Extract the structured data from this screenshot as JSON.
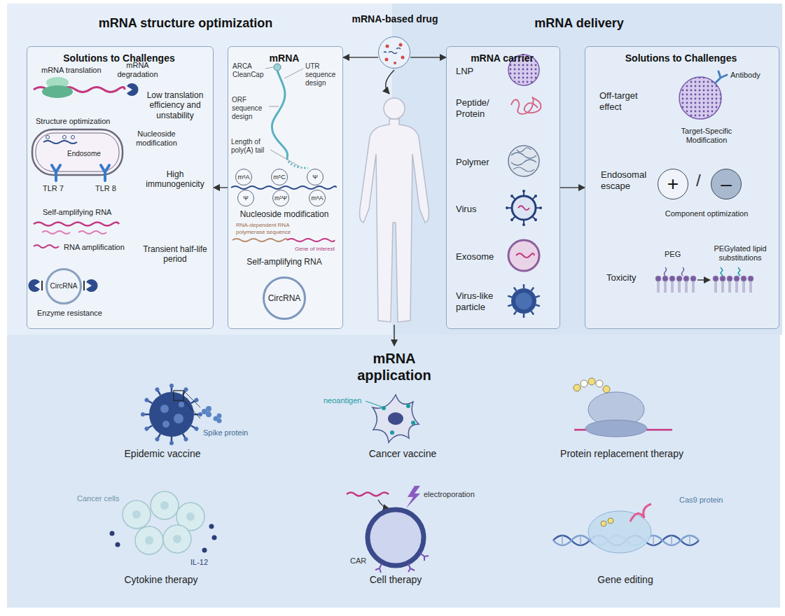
{
  "diagram": {
    "nodes": [
      {
        "text": [
          "mRNA structure optimization"
        ]
      },
      {
        "text": [
          "Solutions to Challenges",
          "mRNA translation",
          "mRNA degradation",
          "Low translation efficiency and unstability",
          "Structure optimization",
          "Nucleoside modification",
          "Endosome",
          "TLR 7",
          "TLR 8",
          "High immunogenicity",
          "Self-amplifying RNA",
          "RNA amplification",
          "Transient half-life period",
          "Enzyme resistance"
        ],
        "in": 0
      },
      {
        "text": [
          "CircRNA"
        ],
        "in": 1
      },
      {
        "text": [
          "mRNA",
          "ARCA CleanCap",
          "UTR sequence design",
          "ORF sequence design",
          "Length of poly(A) tail",
          "Nucleoside modification",
          "RNA-dependent RNA polymerase sequence",
          "Gene of interest",
          "Self-amplifying RNA"
        ],
        "in": 0
      },
      {
        "text": [
          "m⁶A"
        ],
        "in": 3
      },
      {
        "text": [
          "m⁵C"
        ],
        "in": 3
      },
      {
        "text": [
          "Ψ"
        ],
        "in": 3
      },
      {
        "text": [
          "Ψ"
        ],
        "in": 3
      },
      {
        "text": [
          "m¹Ψ"
        ],
        "in": 3
      },
      {
        "text": [
          "m⁶A"
        ],
        "in": 3
      },
      {
        "text": [
          "CircRNA"
        ],
        "in": 3
      },
      {
        "text": [
          "mRNA-based drug"
        ]
      },
      {
        "text": [
          "mRNA delivery"
        ]
      },
      {
        "text": [
          "mRNA carrier",
          "LNP",
          "Peptide/ Protein",
          "Polymer",
          "Virus",
          "Exosome",
          "Virus-like particle"
        ],
        "in": 12
      },
      {
        "text": [
          "Solutions to Challenges",
          "Off-target effect",
          "Antibody",
          "Target-Specific Modification",
          "Endosomal escape",
          "/",
          "Component optimization",
          "Toxicity",
          "PEG",
          "PEGylated lipid substitutions"
        ],
        "in": 12
      },
      {
        "text": [
          "+"
        ],
        "in": 14
      },
      {
        "text": [
          "–"
        ],
        "in": 14
      },
      {
        "text": [
          "mRNA application",
          "Spike protein",
          "Epidemic vaccine",
          "neoantigen",
          "Cancer vaccine",
          "Protein replacement therapy",
          "Cancer cells",
          "IL-12",
          "Cytokine therapy",
          "electroporation",
          "CAR",
          "Cell therapy",
          "Cas9 protein",
          "Gene editing"
        ]
      }
    ],
    "edges": [
      {
        "from": 11,
        "to": 3,
        "arrow": "to"
      },
      {
        "from": 11,
        "to": 13,
        "arrow": "to"
      },
      {
        "from": 3,
        "to": 1,
        "arrow": "to"
      },
      {
        "from": 13,
        "to": 14,
        "arrow": "to"
      }
    ]
  }
}
